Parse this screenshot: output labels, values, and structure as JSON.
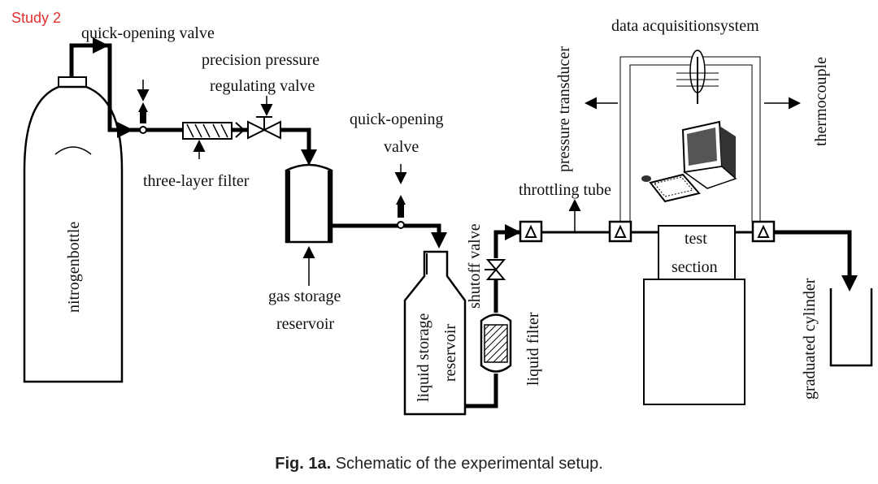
{
  "study_tag": "Study 2",
  "labels": {
    "quick_opening_valve_1": "quick-opening valve",
    "precision_1": "precision pressure",
    "precision_2": "regulating valve",
    "quick_opening_valve_2a": "quick-opening",
    "quick_opening_valve_2b": "valve",
    "three_layer_filter": "three-layer filter",
    "gas_storage_1": "gas storage",
    "gas_storage_2": "reservoir",
    "nitrogen_bottle": "nitrogenbottle",
    "liquid_storage_1": "liquid storage",
    "liquid_storage_2": "reservoir",
    "shutoff_valve": "shutoff valve",
    "liquid_filter": "liquid filter",
    "throttling_tube": "throttling tube",
    "pressure_transducer": "pressure transducer",
    "data_acquisition": "data acquisitionsystem",
    "thermocouple": "thermocouple",
    "test_section_1": "test",
    "test_section_2": "section",
    "graduated_cylinder": "graduated cylinder"
  },
  "caption": {
    "fig": "Fig. 1a.",
    "text": "Schematic of the experimental setup."
  }
}
